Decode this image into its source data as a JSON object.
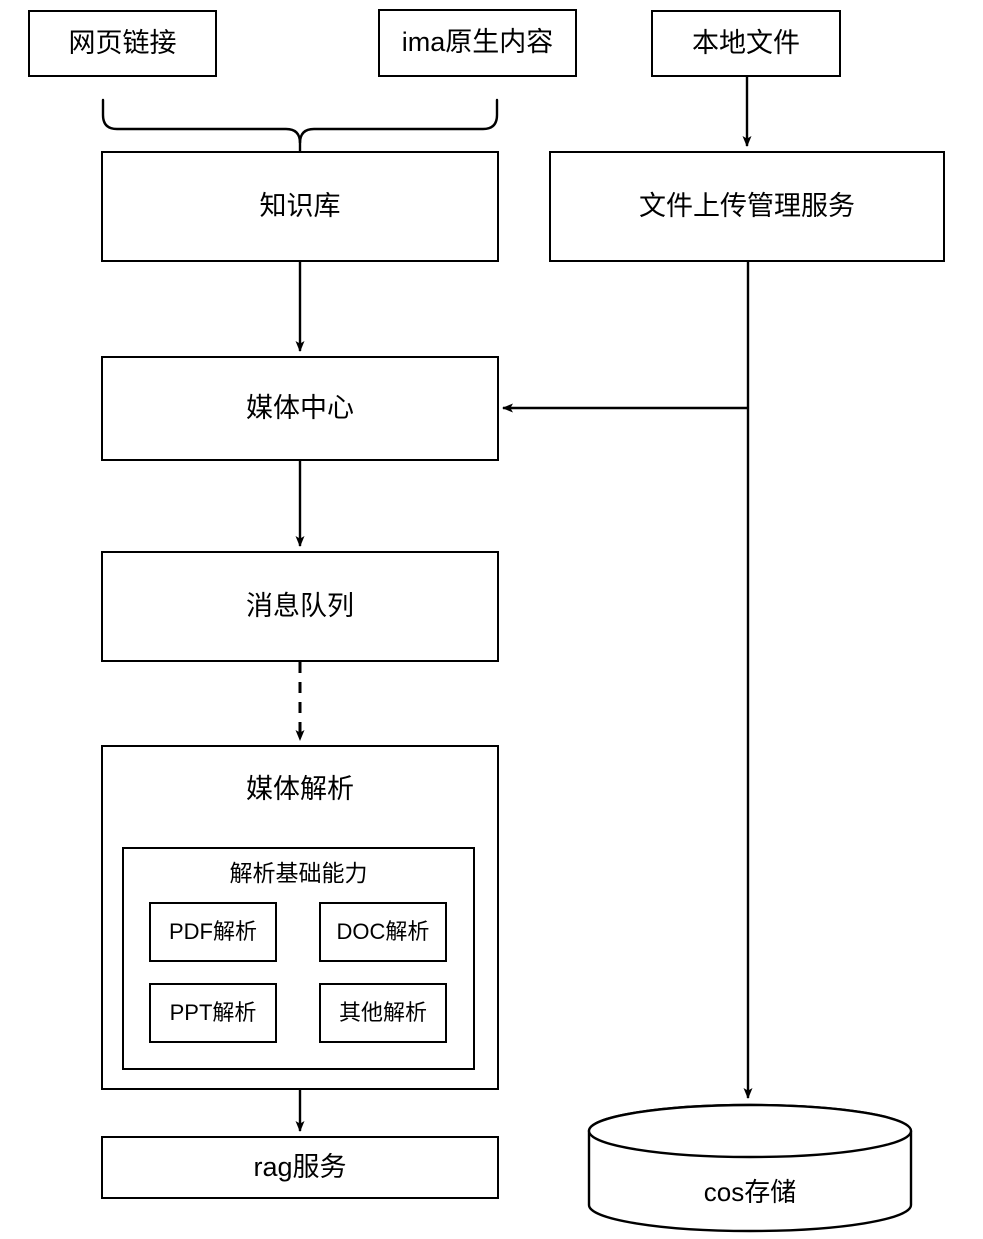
{
  "diagram": {
    "type": "flowchart",
    "title": "",
    "background_color": "#ffffff",
    "line_color": "#000000",
    "text_color": "#000000",
    "nodes": {
      "web_link": {
        "label": "网页链接",
        "shape": "rectangle"
      },
      "ima_native": {
        "label": "ima原生内容",
        "shape": "rectangle"
      },
      "local_file": {
        "label": "本地文件",
        "shape": "rectangle"
      },
      "knowledge_base": {
        "label": "知识库",
        "shape": "rectangle"
      },
      "upload_service": {
        "label": "文件上传管理服务",
        "shape": "rectangle"
      },
      "media_center": {
        "label": "媒体中心",
        "shape": "rectangle"
      },
      "message_queue": {
        "label": "消息队列",
        "shape": "rectangle"
      },
      "media_parse": {
        "label": "媒体解析",
        "shape": "rectangle"
      },
      "parse_capability": {
        "label": "解析基础能力",
        "shape": "rectangle"
      },
      "pdf_parse": {
        "label": "PDF解析",
        "shape": "rectangle"
      },
      "doc_parse": {
        "label": "DOC解析",
        "shape": "rectangle"
      },
      "ppt_parse": {
        "label": "PPT解析",
        "shape": "rectangle"
      },
      "other_parse": {
        "label": "其他解析",
        "shape": "rectangle"
      },
      "rag_service": {
        "label": "rag服务",
        "shape": "rectangle"
      },
      "cos_storage": {
        "label": "cos存储",
        "shape": "cylinder"
      }
    },
    "edges": [
      {
        "from": "web_link",
        "to": "knowledge_base",
        "style": "brace"
      },
      {
        "from": "ima_native",
        "to": "knowledge_base",
        "style": "brace"
      },
      {
        "from": "local_file",
        "to": "upload_service",
        "style": "solid-arrow"
      },
      {
        "from": "knowledge_base",
        "to": "media_center",
        "style": "solid-arrow"
      },
      {
        "from": "upload_service",
        "to": "media_center",
        "style": "solid-arrow"
      },
      {
        "from": "upload_service",
        "to": "cos_storage",
        "style": "solid-arrow"
      },
      {
        "from": "media_center",
        "to": "message_queue",
        "style": "solid-arrow"
      },
      {
        "from": "message_queue",
        "to": "media_parse",
        "style": "dashed-arrow"
      },
      {
        "from": "media_parse",
        "to": "rag_service",
        "style": "solid-arrow"
      }
    ]
  }
}
